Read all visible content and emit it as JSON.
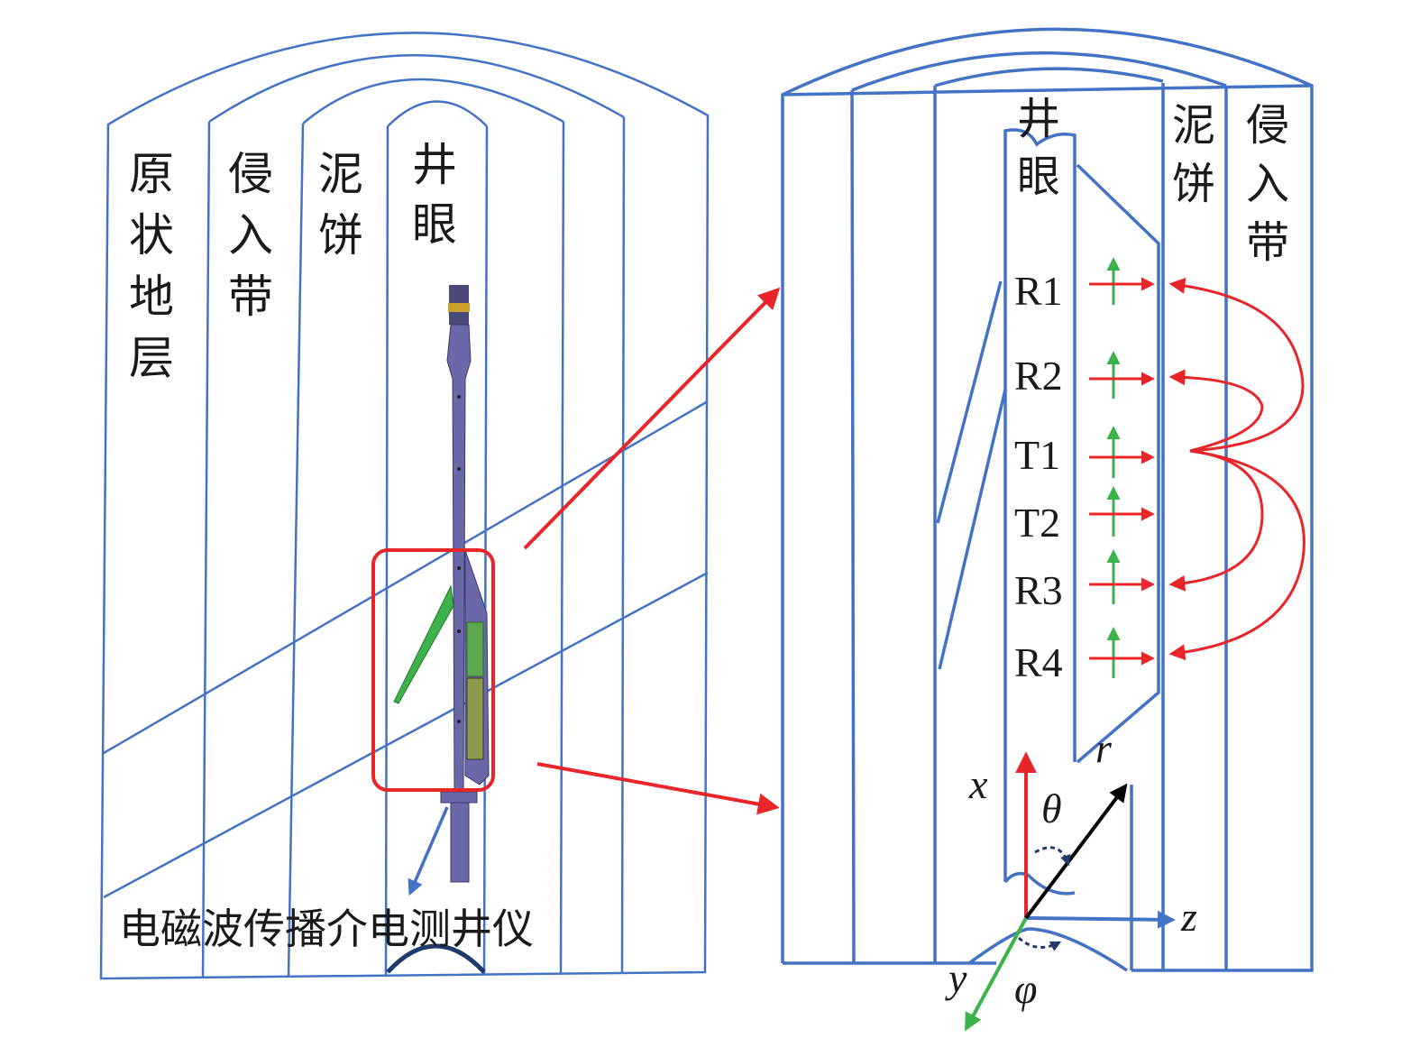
{
  "left_panel": {
    "layers": [
      {
        "id": "formation",
        "chars": [
          "原",
          "状",
          "地",
          "层"
        ]
      },
      {
        "id": "invaded",
        "chars": [
          "侵",
          "入",
          "带"
        ]
      },
      {
        "id": "mudcake",
        "chars": [
          "泥",
          "饼"
        ]
      },
      {
        "id": "borehole",
        "chars": [
          "井",
          "眼"
        ]
      }
    ],
    "tool_caption": "电磁波传播介电测井仪"
  },
  "right_panel": {
    "borehole_chars": [
      "井",
      "眼"
    ],
    "mudcake_chars": [
      "泥",
      "饼"
    ],
    "invaded_chars": [
      "侵",
      "入",
      "带"
    ],
    "antennas": [
      "R1",
      "R2",
      "T1",
      "T2",
      "R3",
      "R4"
    ],
    "axes": {
      "x": "x",
      "y": "y",
      "z": "z",
      "r": "r",
      "theta": "θ",
      "phi": "φ"
    }
  },
  "colors": {
    "structure": "#4472c4",
    "highlight": "#e8262a",
    "antenna_axis": "#3bb34a",
    "tool_body": "#6a68a8",
    "text": "#1a1a1a"
  }
}
